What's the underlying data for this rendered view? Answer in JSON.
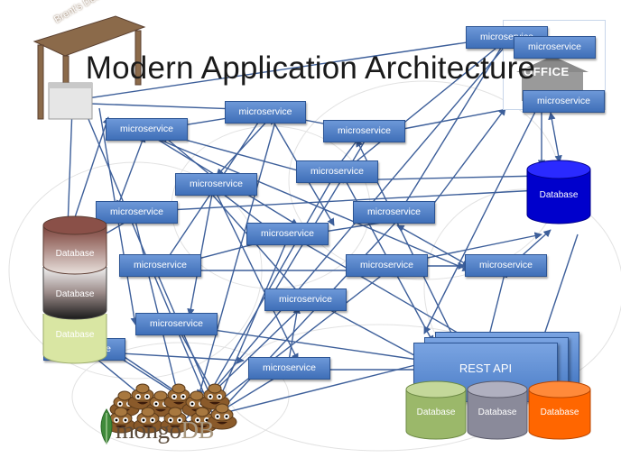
{
  "title": "Modern Application Architecture",
  "desk_label": "Brent's Desk",
  "office_label": "OFFICE",
  "microservice_label": "microservice",
  "rest_api_label": "REST API",
  "mongodb": {
    "text_main": "mongo",
    "text_db": "DB"
  },
  "databases": {
    "blue_right": "Database",
    "stack_top": "Database",
    "stack_middle": "Database",
    "stack_bottom": "Database",
    "bottom_green": "Database",
    "bottom_gray": "Database",
    "bottom_orange": "Database"
  },
  "colors": {
    "microservice_fill": "#4f7fc4",
    "arrow": "#3d5f9a",
    "db_blue": "#0000cc",
    "db_orange": "#ff6600",
    "db_green": "#9bb86a",
    "db_gray": "#8a8a9a"
  }
}
